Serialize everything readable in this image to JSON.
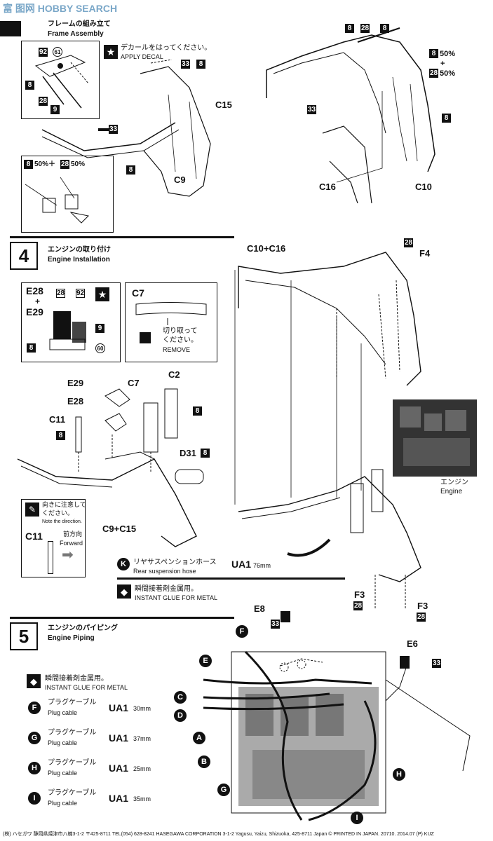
{
  "watermark": {
    "text": "富 图网 HOBBY SEARCH"
  },
  "step3": {
    "title_jp": "フレームの組み立て",
    "title_en": "Frame Assembly",
    "apply_decal_jp": "デカールをはってください。",
    "apply_decal_en": "APPLY DECAL",
    "paint_mix": "50%＋",
    "paint_mix2": "50%",
    "pct1": "50%",
    "pct2": "+",
    "pct3": "50%",
    "parts": {
      "c15": "C15",
      "c9": "C9",
      "c16": "C16",
      "c10": "C10"
    },
    "codes": {
      "c8": "8",
      "c28": "28",
      "c33": "33",
      "c92": "92",
      "c61": "61",
      "c9": "9"
    }
  },
  "step4": {
    "number": "4",
    "title_jp": "エンジンの取り付け",
    "title_en": "Engine Installation",
    "e28": "E28",
    "plus": "+",
    "e29": "E29",
    "c7": "C7",
    "cut_jp_1": "切り取って",
    "cut_jp_2": "ください。",
    "cut_en": "REMOVE",
    "c60": "60",
    "parts": {
      "e29": "E29",
      "e28": "E28",
      "c11": "C11",
      "c7": "C7",
      "c2": "C2",
      "d31": "D31",
      "c9c15": "C9+C15",
      "c10c16": "C10+C16",
      "f4": "F4",
      "f3a": "F3",
      "f3b": "F3"
    },
    "direction_jp_1": "向きに注意して",
    "direction_jp_2": "ください。",
    "direction_en": "Note the direction.",
    "c11_label": "C11",
    "forward_jp": "前方向",
    "forward_en": "Forward",
    "engine_jp": "エンジン",
    "engine_en": "Engine",
    "hose_letter": "K",
    "hose_jp": "リヤサスペンションホース",
    "hose_en": "Rear suspension hose",
    "hose_ua": "UA1",
    "hose_mm": "76mm",
    "glue_jp": "瞬間接着剤金属用。",
    "glue_en": "INSTANT GLUE FOR METAL"
  },
  "step5": {
    "number": "5",
    "title_jp": "エンジンのパイピング",
    "title_en": "Engine Piping",
    "glue_jp": "瞬間接着剤金属用。",
    "glue_en": "INSTANT GLUE FOR METAL",
    "e8": "E8",
    "e6": "E6",
    "letters": [
      "F",
      "E",
      "C",
      "D",
      "A",
      "B",
      "G",
      "I",
      "H"
    ],
    "cables": [
      {
        "letter": "F",
        "jp": "プラグケーブル",
        "en": "Plug cable",
        "ua": "UA1",
        "mm": "30mm"
      },
      {
        "letter": "G",
        "jp": "プラグケーブル",
        "en": "Plug cable",
        "ua": "UA1",
        "mm": "37mm"
      },
      {
        "letter": "H",
        "jp": "プラグケーブル",
        "en": "Plug cable",
        "ua": "UA1",
        "mm": "25mm"
      },
      {
        "letter": "I",
        "jp": "プラグケーブル",
        "en": "Plug cable",
        "ua": "UA1",
        "mm": "35mm"
      }
    ]
  },
  "footer": {
    "text": "(株) ハセガワ 静岡県焼津市八楠3-1-2 〒425-8711 TEL(054) 628-8241  HASEGAWA CORPORATION 3-1-2 Yagusu, Yaizu, Shizuoka, 425-8711 Japan   © PRINTED IN JAPAN. 20710. 2014.07 (P) KUZ"
  },
  "colors": {
    "ink": "#111111",
    "paper": "#ffffff",
    "watermark": "#7aa7c8"
  }
}
